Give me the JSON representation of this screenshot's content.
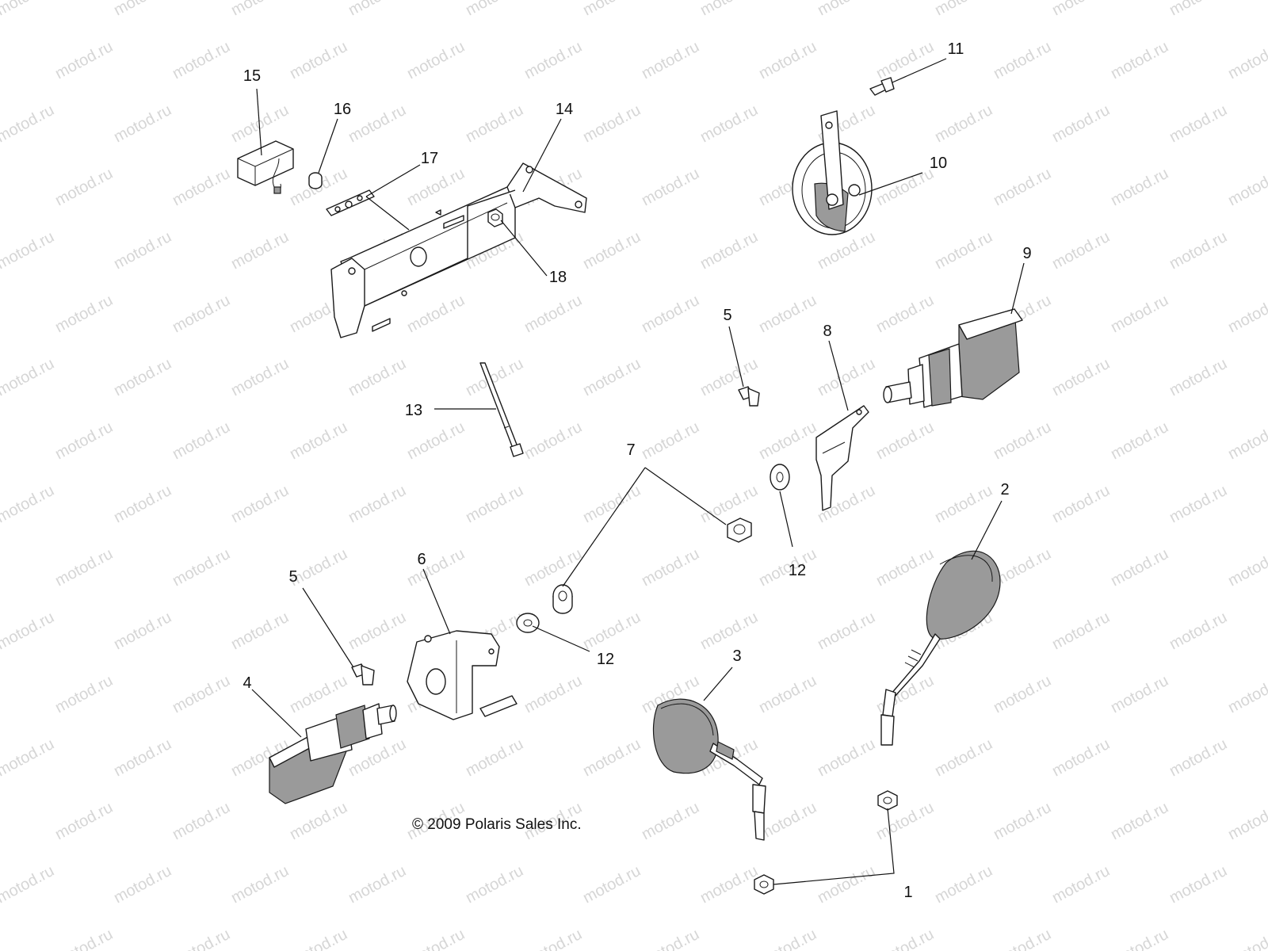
{
  "watermark_text": "motod.ru",
  "copyright": "© 2009 Polaris Sales Inc.",
  "callouts": {
    "c1": "1",
    "c2": "2",
    "c3": "3",
    "c4": "4",
    "c5a": "5",
    "c5b": "5",
    "c6": "6",
    "c7": "7",
    "c8": "8",
    "c9": "9",
    "c10": "10",
    "c11": "11",
    "c12a": "12",
    "c12b": "12",
    "c13": "13",
    "c14": "14",
    "c15": "15",
    "c16": "16",
    "c17": "17",
    "c18": "18"
  }
}
